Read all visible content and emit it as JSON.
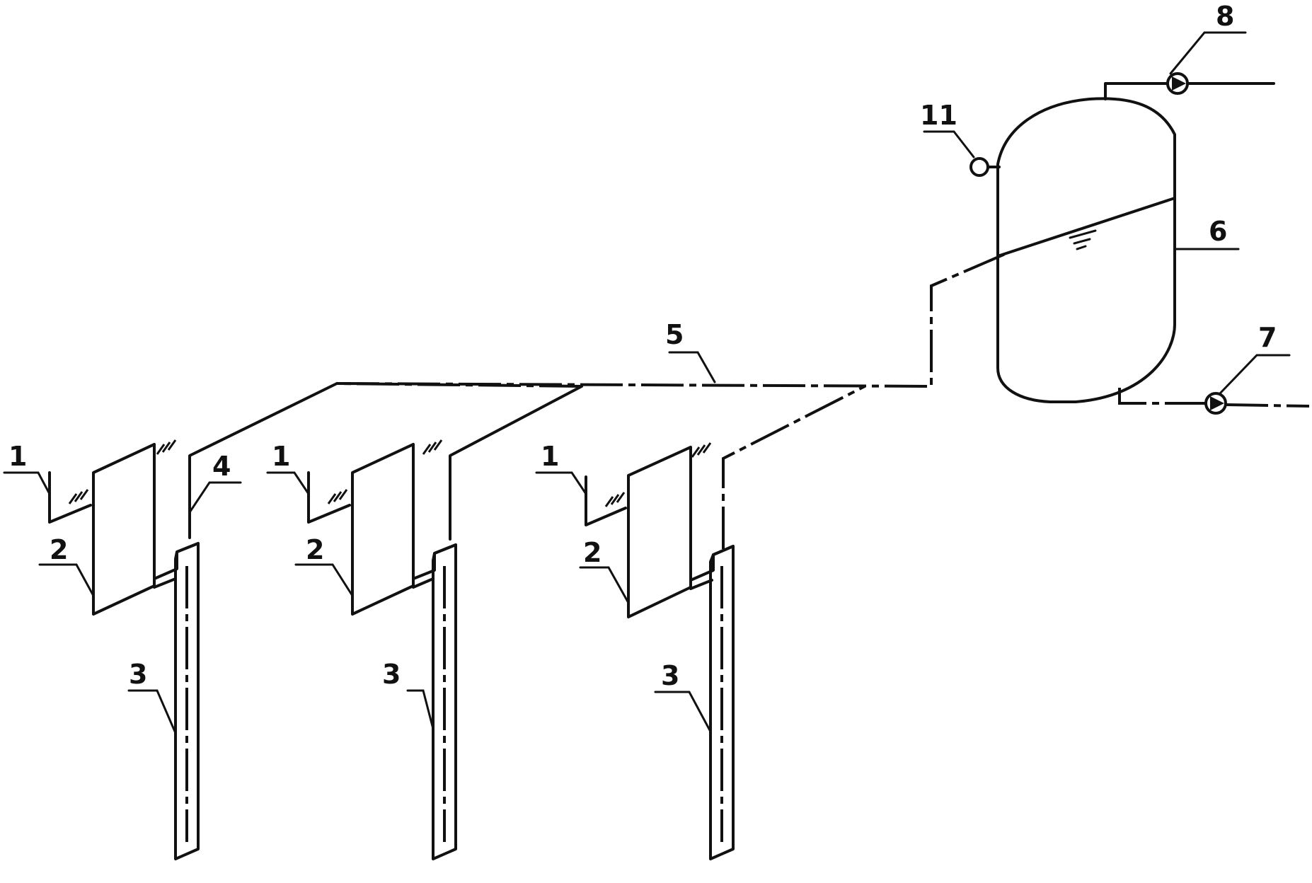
{
  "labels": {
    "part_1": "1",
    "part_2": "2",
    "part_3": "3",
    "part_4": "4",
    "part_5": "5",
    "part_6": "6",
    "part_7": "7",
    "part_8": "8",
    "part_11": "11"
  },
  "colors": {
    "line": "#111111",
    "background": "#ffffff"
  }
}
